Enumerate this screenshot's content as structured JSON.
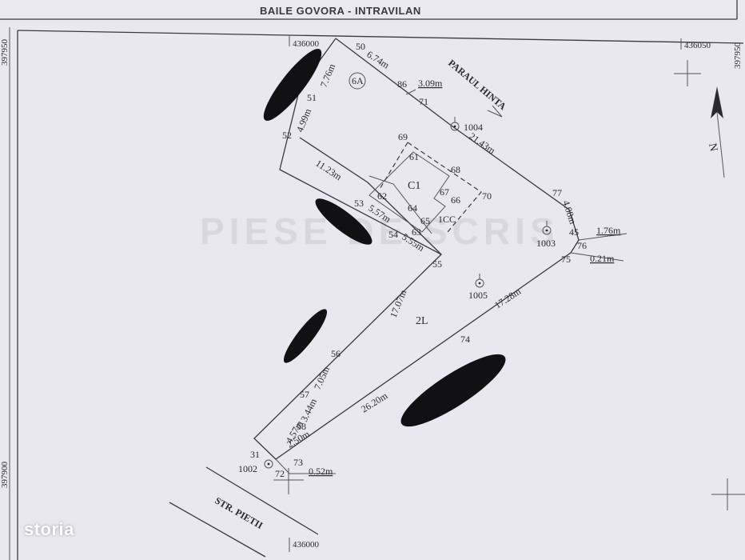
{
  "header": {
    "title": "BAILE GOVORA - INTRAVILAN"
  },
  "coordinates": {
    "top_left_x": "436000",
    "top_right_x": "436050",
    "bottom_x": "436000",
    "left_top_y": "397950",
    "right_top_y": "397950",
    "left_bottom_y": "397900"
  },
  "labels": {
    "river": "PARAUL HINTA",
    "street": "STR. PIETII",
    "north": "N",
    "plot_number": "6A",
    "building": "C1",
    "building_note": "1CC",
    "land_parcel": "2L"
  },
  "points": {
    "p50": "50",
    "p86": "86",
    "p71": "71",
    "p51": "51",
    "p52": "52",
    "p69": "69",
    "p61": "61",
    "p68": "68",
    "p62": "62",
    "p67": "67",
    "p66": "66",
    "p70": "70",
    "p53": "53",
    "p64": "64",
    "p65": "65",
    "p63": "63",
    "p54": "54",
    "p55": "55",
    "p77": "77",
    "p45": "45",
    "p76": "76",
    "p75": "75",
    "p74": "74",
    "p56": "56",
    "p57": "57",
    "p58": "58",
    "p31": "31",
    "p72": "72",
    "p73": "73",
    "s1004": "1004",
    "s1003": "1003",
    "s1005": "1005",
    "s1002": "1002"
  },
  "distances": {
    "d_50_top": "6.74m",
    "d_86_71": "3.09m",
    "d_51_50": "7.76m",
    "d_52_51": "4.99m",
    "d_1004_77": "21.43m",
    "d_77_45": "4.08m",
    "d_45_r": "1.76m",
    "d_76_r": "0.21m",
    "d_53_54": "5.57m",
    "d_54_55": "5.55m",
    "d_52_53": "11.23m",
    "d_55_56": "17.07m",
    "d_75_74": "17.28m",
    "d_56_57": "7.05m",
    "d_57_58": "3.44m",
    "d_58_31": "4.57m",
    "d_58_bot": "2.50m",
    "d_74_72": "26.20m",
    "d_73_r": "0.52m"
  },
  "watermark": "PIESE DE SCRIS",
  "brand": {
    "logo": "storia"
  }
}
